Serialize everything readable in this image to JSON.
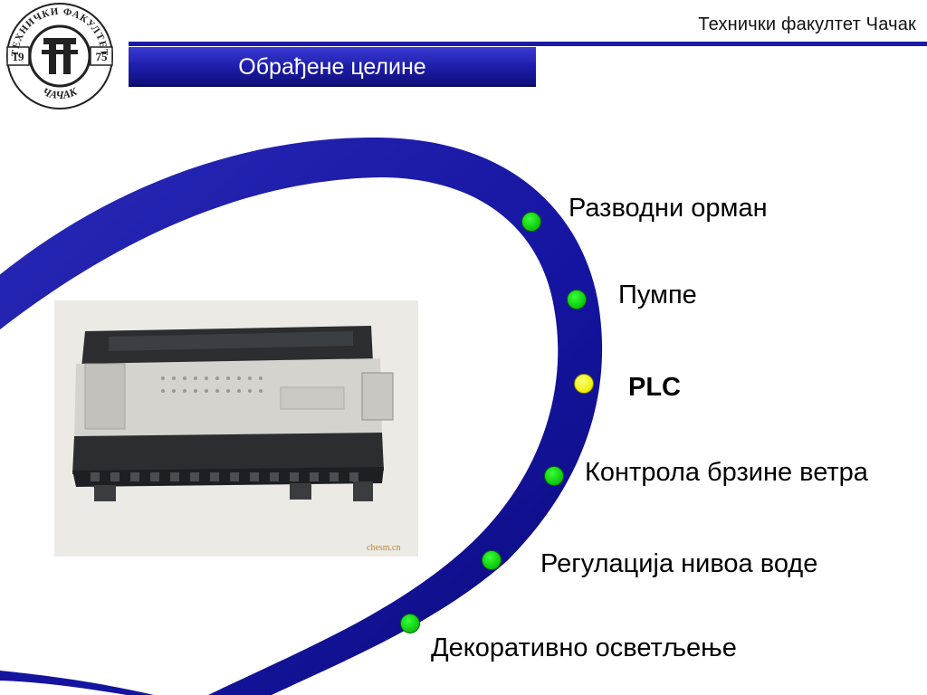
{
  "header": {
    "institution": "Технички факултет Чачак",
    "title": "Обрађене целине"
  },
  "logo": {
    "top_text": "ТЕХНИЧКИ ФАКУЛТЕТ",
    "bottom_text": "ЧАЧАК",
    "year_left": "19",
    "year_right": "75"
  },
  "image": {
    "watermark": "chesm.cn"
  },
  "topics": [
    {
      "label": "Разводни орман",
      "active": false
    },
    {
      "label": "Пумпе",
      "active": false
    },
    {
      "label": "PLC",
      "active": true
    },
    {
      "label": "Контрола брзине ветра",
      "active": false
    },
    {
      "label": "Регулација нивоа воде",
      "active": false
    },
    {
      "label": "Декоративно осветљење",
      "active": false
    }
  ],
  "colors": {
    "accent": "#1a1aa8",
    "bullet": "#13d213",
    "bullet_active": "#f2f214"
  }
}
